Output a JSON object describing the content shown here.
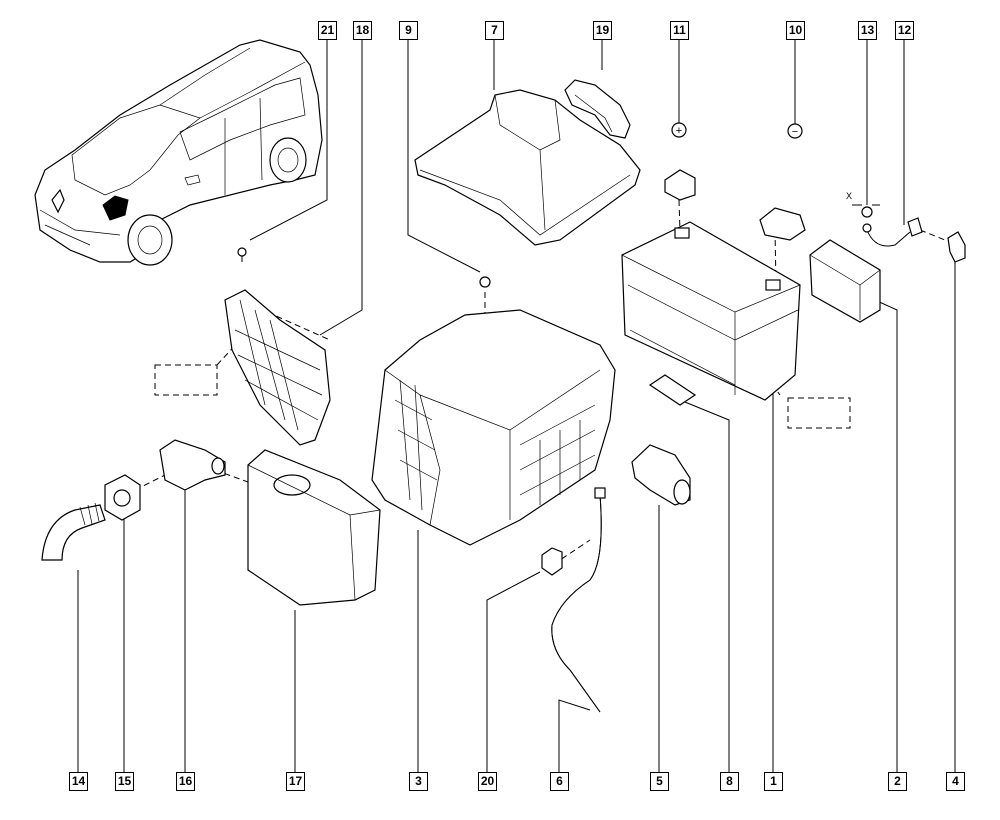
{
  "diagram": {
    "type": "exploded parts diagram",
    "subject": "Battery and battery tray assembly",
    "symbols": {
      "positive_terminal": "+",
      "negative_terminal": "−",
      "dimension_marker": "X"
    },
    "callouts_top": [
      {
        "label": "21"
      },
      {
        "label": "18"
      },
      {
        "label": "9"
      },
      {
        "label": "7"
      },
      {
        "label": "19"
      },
      {
        "label": "11"
      },
      {
        "label": "10"
      },
      {
        "label": "13"
      },
      {
        "label": "12"
      }
    ],
    "callouts_bottom": [
      {
        "label": "14"
      },
      {
        "label": "15"
      },
      {
        "label": "16"
      },
      {
        "label": "17"
      },
      {
        "label": "3"
      },
      {
        "label": "20"
      },
      {
        "label": "6"
      },
      {
        "label": "5"
      },
      {
        "label": "8"
      },
      {
        "label": "1"
      },
      {
        "label": "2"
      },
      {
        "label": "4"
      }
    ]
  }
}
